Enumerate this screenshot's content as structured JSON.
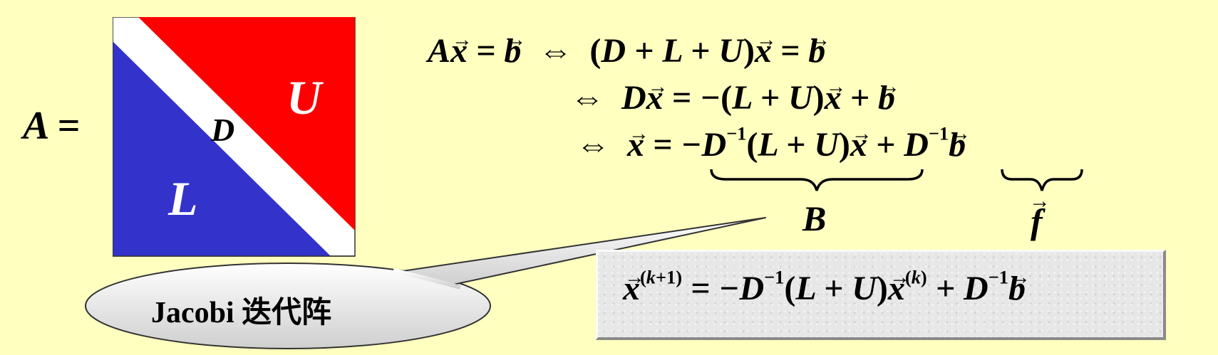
{
  "matrix": {
    "lhs": "A =",
    "labels": {
      "upper": "U",
      "diag": "D",
      "lower": "L"
    },
    "colors": {
      "upper": "#FF0000",
      "lower": "#3333CC",
      "diag": "#FFFFFF"
    }
  },
  "callout": {
    "text": "Jacobi 迭代阵"
  },
  "braces": {
    "left_label": "B",
    "right_label": "f"
  },
  "colors": {
    "background": "#FFFFC0"
  }
}
